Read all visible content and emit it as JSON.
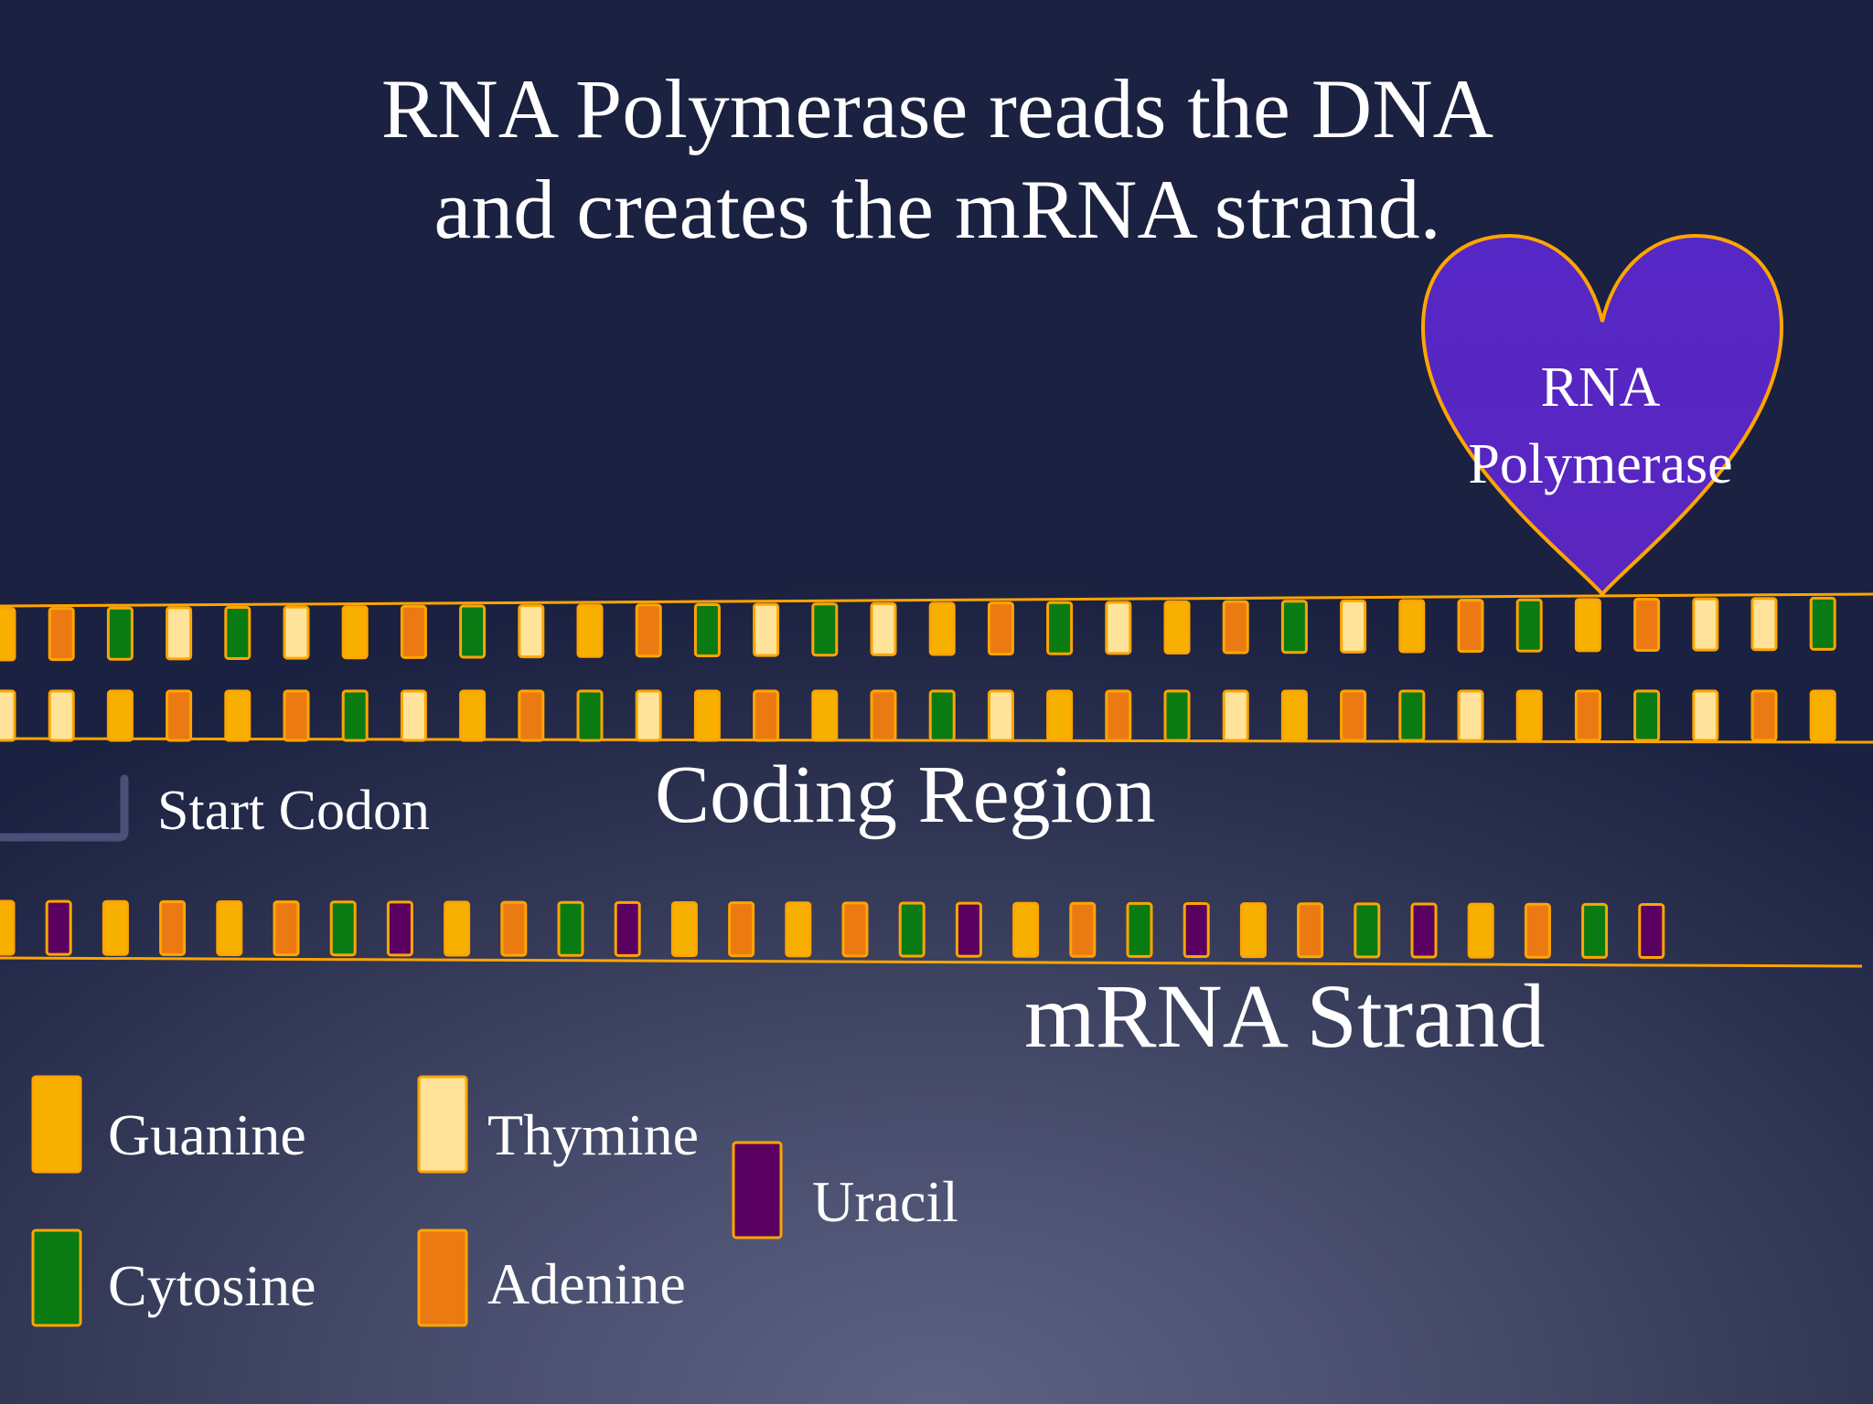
{
  "slide": {
    "title_line1": "RNA Polymerase reads the DNA",
    "title_line2": "and creates the mRNA strand.",
    "enzyme_line1": "RNA",
    "enzyme_line2": "Polymerase",
    "start_codon_label": "Start Codon",
    "coding_region_label": "Coding Region",
    "mrna_label": "mRNA Strand"
  },
  "legend": [
    {
      "key": "G",
      "name": "Guanine"
    },
    {
      "key": "T",
      "name": "Thymine"
    },
    {
      "key": "U",
      "name": "Uracil"
    },
    {
      "key": "C",
      "name": "Cytosine"
    },
    {
      "key": "A",
      "name": "Adenine"
    }
  ],
  "colors": {
    "G": "#f7b000",
    "T": "#ffe39a",
    "C": "#0a7a12",
    "A": "#ec7a12",
    "U": "#5a0060",
    "border": "#ffa500",
    "enzyme_fill": "#5a26c0",
    "backbone": "#ffa500"
  },
  "strands": {
    "coding": [
      "G",
      "A",
      "C",
      "T",
      "C",
      "T",
      "G",
      "A",
      "C",
      "T",
      "G",
      "A",
      "C",
      "T",
      "C",
      "T",
      "G",
      "A",
      "C",
      "T",
      "G",
      "A",
      "C",
      "T",
      "G",
      "A",
      "C",
      "G",
      "A",
      "T",
      "T",
      "C"
    ],
    "template": [
      "T",
      "T",
      "G",
      "A",
      "G",
      "A",
      "C",
      "T",
      "G",
      "A",
      "C",
      "T",
      "G",
      "A",
      "G",
      "A",
      "C",
      "T",
      "G",
      "A",
      "C",
      "T",
      "G",
      "A",
      "C",
      "T",
      "G",
      "A",
      "C",
      "T",
      "A",
      "G"
    ],
    "mrna": [
      "G",
      "U",
      "G",
      "A",
      "G",
      "A",
      "C",
      "U",
      "G",
      "A",
      "C",
      "U",
      "G",
      "A",
      "G",
      "A",
      "C",
      "U",
      "G",
      "A",
      "C",
      "U",
      "G",
      "A",
      "C",
      "U",
      "G",
      "A",
      "C",
      "U"
    ]
  }
}
